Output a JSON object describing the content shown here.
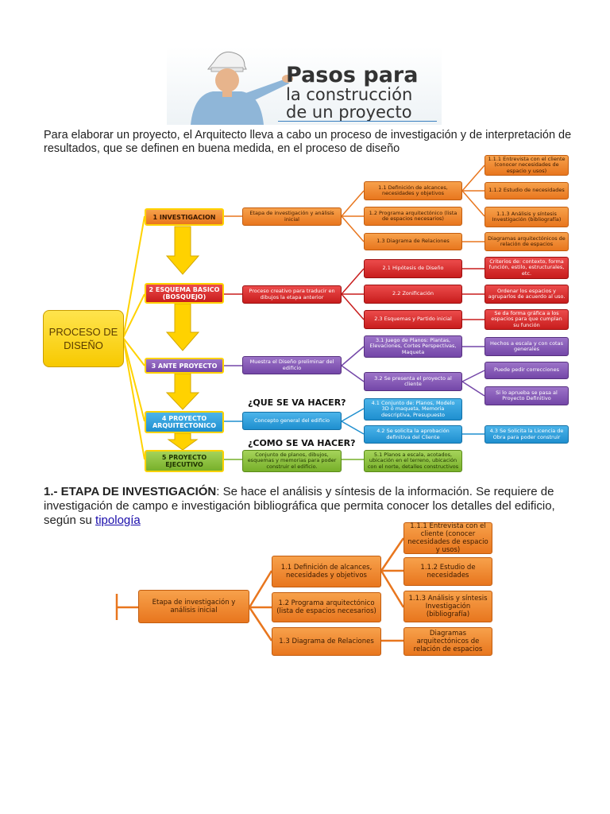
{
  "banner": {
    "title_line1": "Pasos para",
    "title_line2": "la construcción",
    "title_line3": "de un proyecto"
  },
  "intro": "Para elaborar un proyecto, el Arquitecto lleva a cabo un proceso de investigación y de interpretación de resultados, que se definen en buena medida, en el proceso de diseño",
  "diagram": {
    "root": "PROCESO DE DISEÑO",
    "stages": [
      {
        "label": "1 INVESTIGACION",
        "desc": "Etapa de investigación y análisis inicial"
      },
      {
        "label": "2 ESQUEMA BASICO (BOSQUEJO)",
        "desc": "Proceso creativo para traducir en dibujos la etapa anterior"
      },
      {
        "label": "3 ANTE PROYECTO",
        "desc": "Muestra el Diseño preliminar del edificio"
      },
      {
        "label": "4 PROYECTO ARQUITECTONICO",
        "desc": "Concepto general del edificio"
      },
      {
        "label": "5 PROYECTO EJECUTIVO",
        "desc": "Conjunto de planos, dibujos, esquemas y memorias para poder construir el edificio."
      }
    ],
    "question1": "¿QUE SE VA HACER?",
    "question2": "¿COMO SE VA HACER?",
    "steps": {
      "s11": "1.1 Definición de alcances, necesidades y objetivos",
      "s12": "1.2 Programa arquitectónico (lista de espacios necesarios)",
      "s13": "1.3 Diagrama de Relaciones",
      "s21": "2.1 Hipótesis de Diseño",
      "s22": "2.2 Zonificación",
      "s23": "2.3 Esquemas y Partido inicial",
      "s31": "3.1 Juego de Planos: Plantas, Elevaciones, Cortes Perspectivas, Maqueta",
      "s32": "3.2 Se presenta el proyecto al cliente",
      "s41": "4.1 Conjunto de: Planos, Modelo 3D ó maqueta, Memoria descriptiva, Presupuesto",
      "s42": "4.2 Se solicita la aprobación definitiva del Cliente",
      "s51": "5.1 Planos a escala, acotados, ubicación en el terreno, ubicación con el norte, detalles constructivos"
    },
    "details": {
      "d111": "1.1.1 Entrevista con el cliente (conocer necesidades de espacio y usos)",
      "d112": "1.1.2 Estudio de necesidades",
      "d113": "1.1.3 Análisis y síntesis Investigación (bibliografía)",
      "d13": "Diagramas arquitectónicos de relación de espacios",
      "d21": "Criterios de: contexto, forma función, estilo, estructurales, etc.",
      "d22": "Ordenar los espacios y agruparlos de acuerdo al uso.",
      "d23": "Se da forma gráfica a los espacios para que cumplan su función",
      "d31": "Hechos a escala y con cotas generales",
      "d32a": "Puede pedir correcciones",
      "d32b": "Si lo aprueba se pasa al Proyecto Definitivo",
      "d42": "4.3 Se Solicita la Licencia de Obra para poder construir"
    }
  },
  "section1": {
    "heading": "1.- ETAPA DE INVESTIGACIÓN",
    "text": ": Se hace el análisis y síntesis de la información. Se requiere de investigación de campo e investigación bibliográfica que permita conocer los detalles del edificio, según su ",
    "link": "tipología"
  },
  "diagram2": {
    "root": "Etapa de investigación y análisis inicial",
    "s11": "1.1 Definición de alcances, necesidades y objetivos",
    "s12": "1.2 Programa arquitectónico (lista de espacios necesarios)",
    "s13": "1.3 Diagrama de Relaciones",
    "d111": "1.1.1 Entrevista con el cliente (conocer necesidades de espacio y usos)",
    "d112": "1.1.2 Estudio de necesidades",
    "d113": "1.1.3 Análisis y síntesis Investigación (bibliografía)",
    "d13": "Diagramas arquitectónicos de relación de espacios"
  },
  "colors": {
    "orange": "#e8761e",
    "red": "#c81d1d",
    "purple": "#7447a8",
    "blue": "#1f8fcf",
    "green": "#77b02a",
    "yellow": "#f7c900"
  }
}
